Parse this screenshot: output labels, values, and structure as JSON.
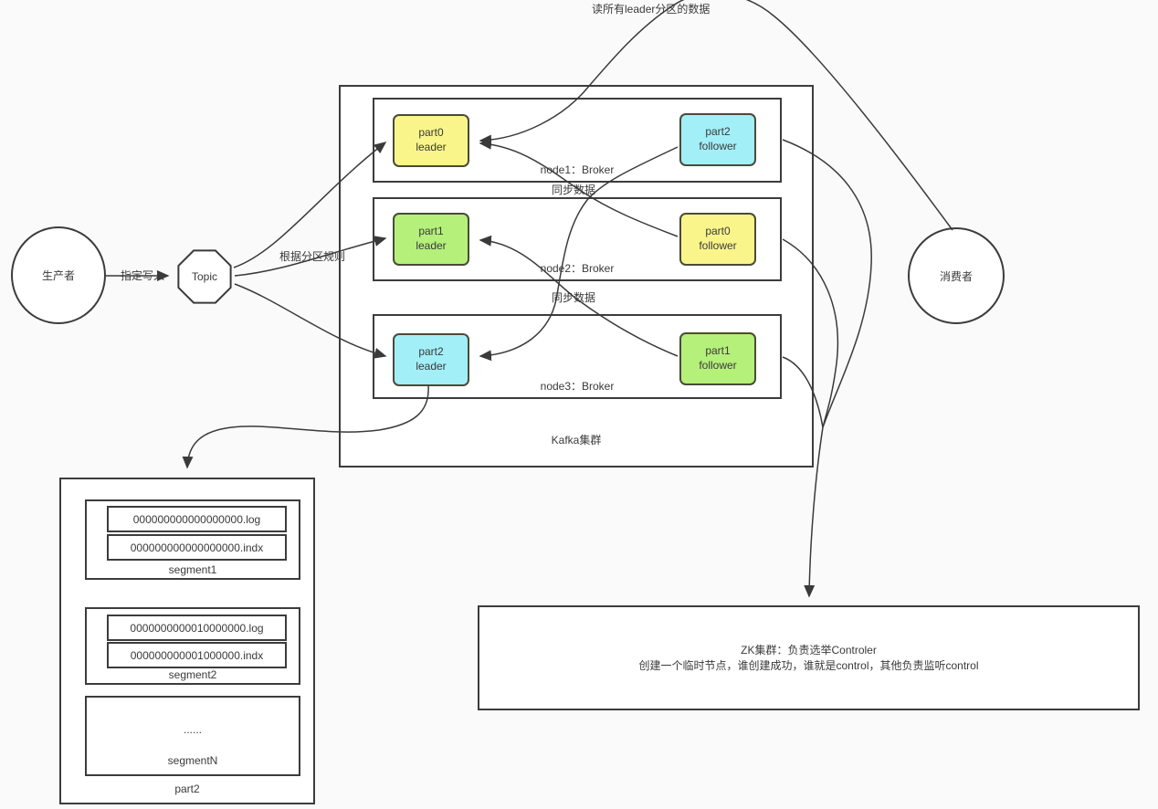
{
  "colors": {
    "part0_yellow": "#FAF58A",
    "part1_green": "#B4F07A",
    "part2_cyan": "#A2EFF8",
    "line": "#3A3A3A"
  },
  "producer": {
    "label": "生产者"
  },
  "topic": {
    "label": "Topic"
  },
  "consumer": {
    "label": "消费者"
  },
  "edge_labels": {
    "produce": "指定写入",
    "partition_rule": "根据分区规则",
    "consume": "读所有leader分区的数据",
    "sync1": "同步数据",
    "sync2": "同步数据"
  },
  "kafka": {
    "label": "Kafka集群",
    "nodes": [
      {
        "label": "node1：Broker",
        "left_part": {
          "name": "part0",
          "role": "leader",
          "color": "#FAF58A"
        },
        "right_part": {
          "name": "part2",
          "role": "follower",
          "color": "#A2EFF8"
        }
      },
      {
        "label": "node2：Broker",
        "left_part": {
          "name": "part1",
          "role": "leader",
          "color": "#B4F07A"
        },
        "right_part": {
          "name": "part0",
          "role": "follower",
          "color": "#FAF58A"
        }
      },
      {
        "label": "node3：Broker",
        "left_part": {
          "name": "part2",
          "role": "leader",
          "color": "#A2EFF8"
        },
        "right_part": {
          "name": "part1",
          "role": "follower",
          "color": "#B4F07A"
        }
      }
    ]
  },
  "partition_store": {
    "label": "part2",
    "segments": [
      {
        "label": "segment1",
        "files": [
          "000000000000000000.log",
          "000000000000000000.indx"
        ]
      },
      {
        "label": "segment2",
        "files": [
          "0000000000010000000.log",
          "000000000001000000.indx"
        ]
      },
      {
        "label": "segmentN",
        "ellipsis": "......"
      }
    ]
  },
  "zk": {
    "line1": "ZK集群：负责选举Controler",
    "line2": "创建一个临时节点，谁创建成功，谁就是control，其他负责监听control"
  }
}
